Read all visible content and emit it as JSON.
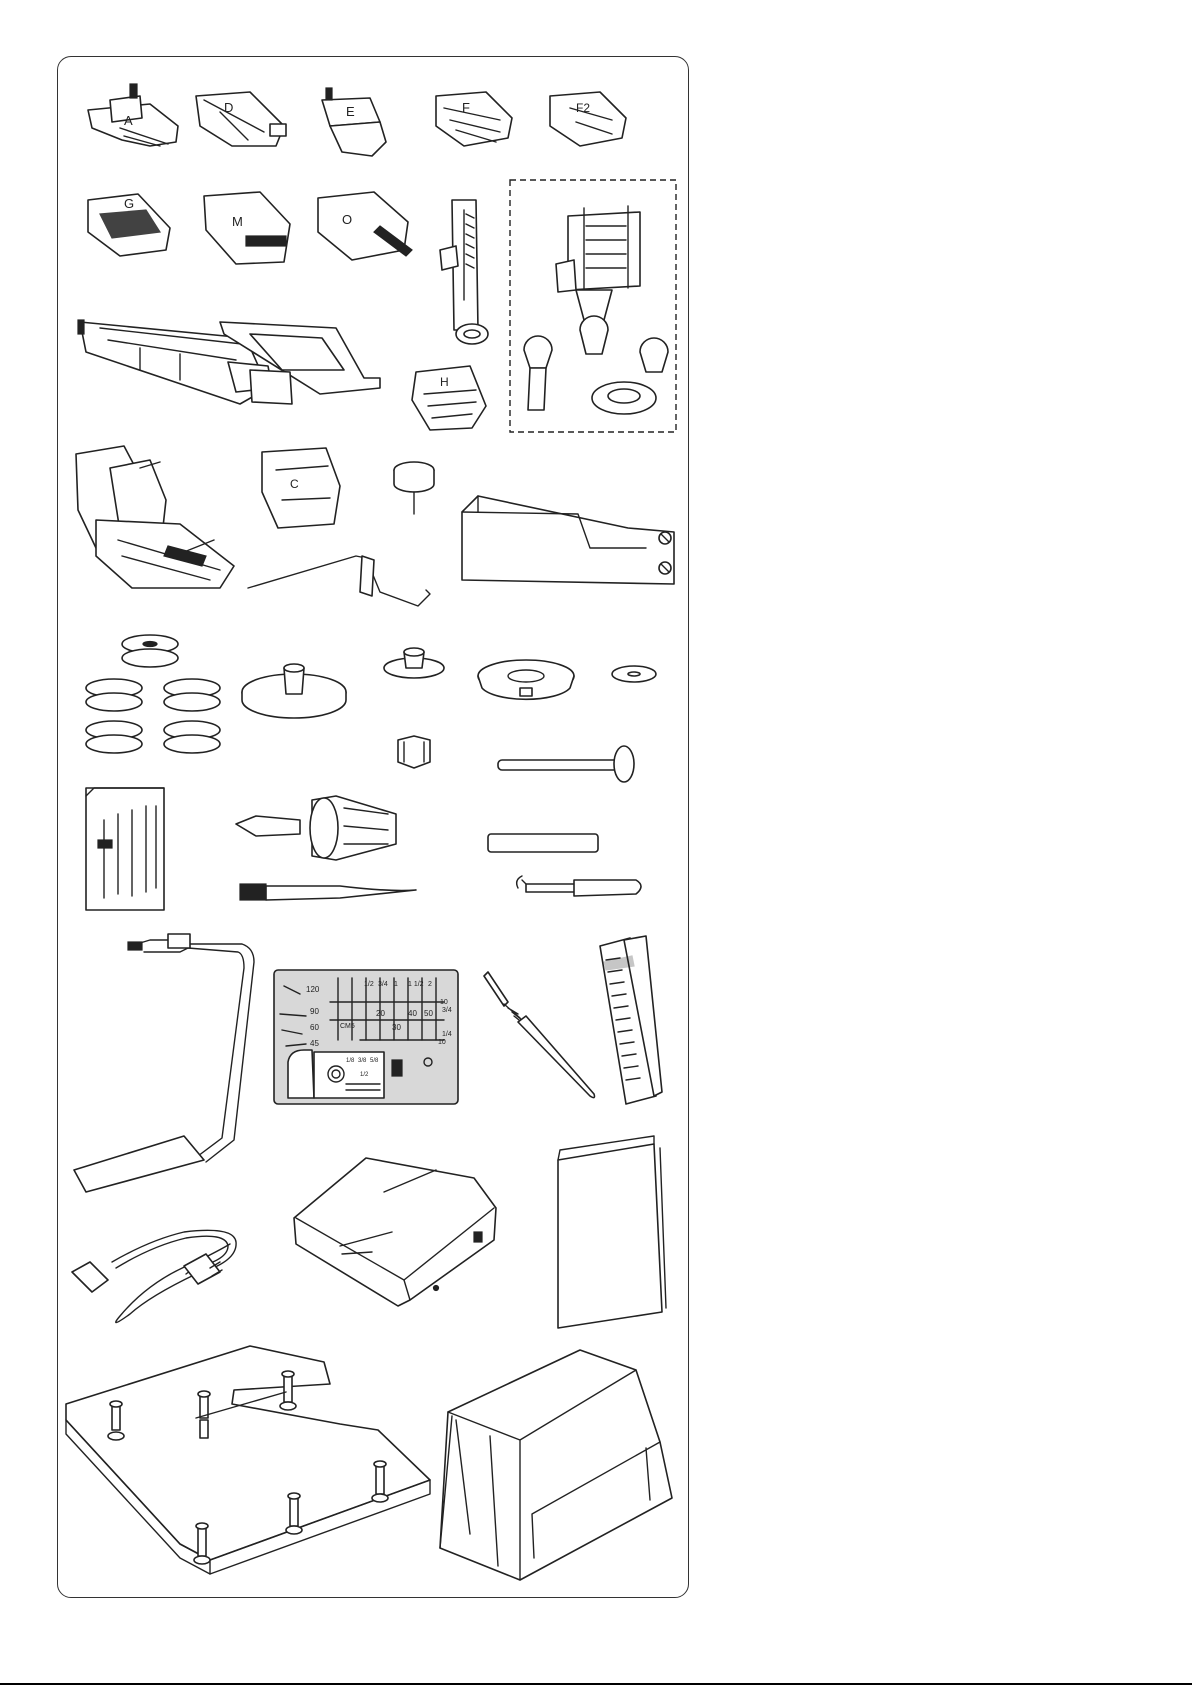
{
  "foot_letters": {
    "a": "A",
    "d": "D",
    "e": "E",
    "f": "F",
    "f2": "F2",
    "g": "G",
    "m": "M",
    "o": "O",
    "h": "H",
    "c": "C"
  },
  "needle_plate": {
    "angles": [
      "120",
      "90",
      "60",
      "45"
    ],
    "rulers_top": [
      "1/2",
      "3/4",
      "1",
      "1 1/2",
      "2"
    ],
    "grid": [
      "20",
      "30",
      "40",
      "50"
    ],
    "side": [
      "10",
      "3/4",
      "1/4",
      "10"
    ],
    "inset": [
      "1/8",
      "3/8",
      "5/8",
      "1/2"
    ],
    "brand": "CM5"
  }
}
